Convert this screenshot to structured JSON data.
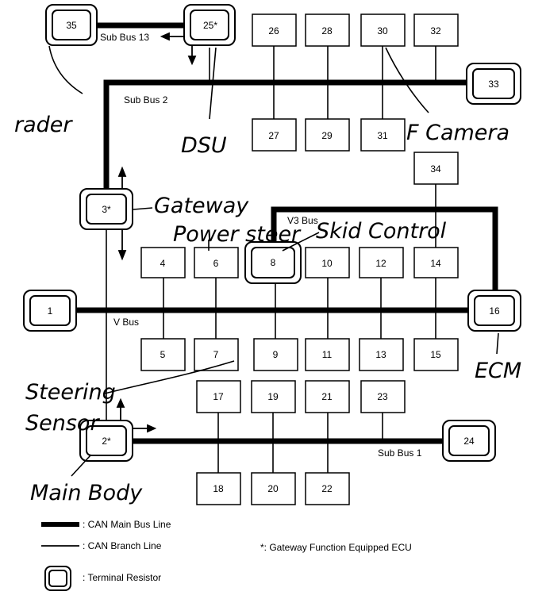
{
  "nodes": {
    "n1": "1",
    "n2": "2*",
    "n3": "3*",
    "n4": "4",
    "n5": "5",
    "n6": "6",
    "n7": "7",
    "n8": "8",
    "n9": "9",
    "n10": "10",
    "n11": "11",
    "n12": "12",
    "n13": "13",
    "n14": "14",
    "n15": "15",
    "n16": "16",
    "n17": "17",
    "n18": "18",
    "n19": "19",
    "n20": "20",
    "n21": "21",
    "n22": "22",
    "n23": "23",
    "n24": "24",
    "n25": "25*",
    "n26": "26",
    "n27": "27",
    "n28": "28",
    "n29": "29",
    "n30": "30",
    "n31": "31",
    "n32": "32",
    "n33": "33",
    "n34": "34",
    "n35": "35"
  },
  "bus_labels": {
    "sub_bus_13": "Sub Bus 13",
    "sub_bus_2": "Sub Bus 2",
    "v3_bus": "V3 Bus",
    "v_bus": "V Bus",
    "sub_bus_1": "Sub Bus 1"
  },
  "handwritten": {
    "rader": "rader",
    "dsu": "DSU",
    "f_camera": "F Camera",
    "gateway": "Gateway",
    "power_steer": "Power steer",
    "skid_control": "Skid Control",
    "ecm": "ECM",
    "steering": "Steering",
    "sensor": "Sensor",
    "main_body": "Main Body"
  },
  "legend": {
    "main_bus": ": CAN Main Bus Line",
    "branch": ": CAN Branch Line",
    "resistor": ": Terminal Resistor",
    "gateway_note": "*: Gateway Function Equipped ECU"
  }
}
